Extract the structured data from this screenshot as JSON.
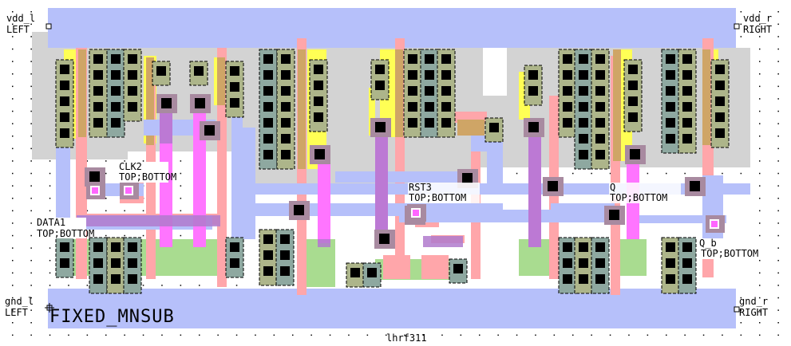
{
  "cell": {
    "name": "lhrf311",
    "substrate_label": "FIXED_MNSUB"
  },
  "colors": {
    "metal1": "#b6c0fa",
    "nwell": "#d3d3d3",
    "poly": "#ffa6aa",
    "poly_gate": "#cfa566",
    "diffusion_p": "#ffff55",
    "diffusion_n": "#a9dc90",
    "contact_p": "#adb58a",
    "contact_n": "#8ea8a0",
    "via": "#a88aa0",
    "metal2": "#ff75ff",
    "metal2_overlap": "#b07acc",
    "contact": "#000000",
    "pin": "#ff66ff",
    "grid_dot": "#000000"
  },
  "power_pins": [
    {
      "name": "vdd_l",
      "side": "LEFT"
    },
    {
      "name": "vdd_r",
      "side": "RIGHT"
    },
    {
      "name": "gnd_l",
      "side": "LEFT"
    },
    {
      "name": "gnd_r",
      "side": "RIGHT"
    }
  ],
  "signal_pins": [
    {
      "name": "CLK2",
      "access": "TOP;BOTTOM"
    },
    {
      "name": "DATA1",
      "access": "TOP;BOTTOM"
    },
    {
      "name": "RST3",
      "access": "TOP;BOTTOM"
    },
    {
      "name": "Q",
      "access": "TOP;BOTTOM"
    },
    {
      "name": "Q_b",
      "access": "TOP;BOTTOM"
    }
  ]
}
